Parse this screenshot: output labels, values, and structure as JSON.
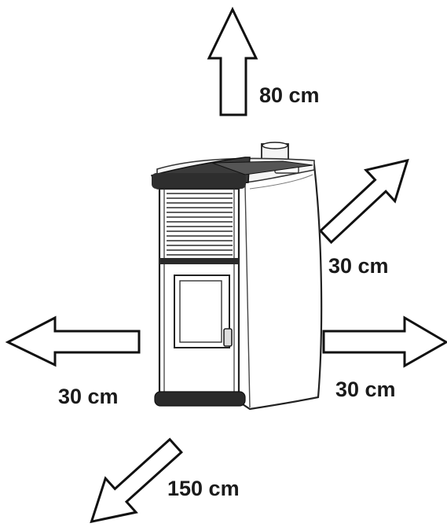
{
  "clearances": {
    "top": "80 cm",
    "back_right": "30 cm",
    "left": "30 cm",
    "right": "30 cm",
    "front": "150 cm"
  }
}
